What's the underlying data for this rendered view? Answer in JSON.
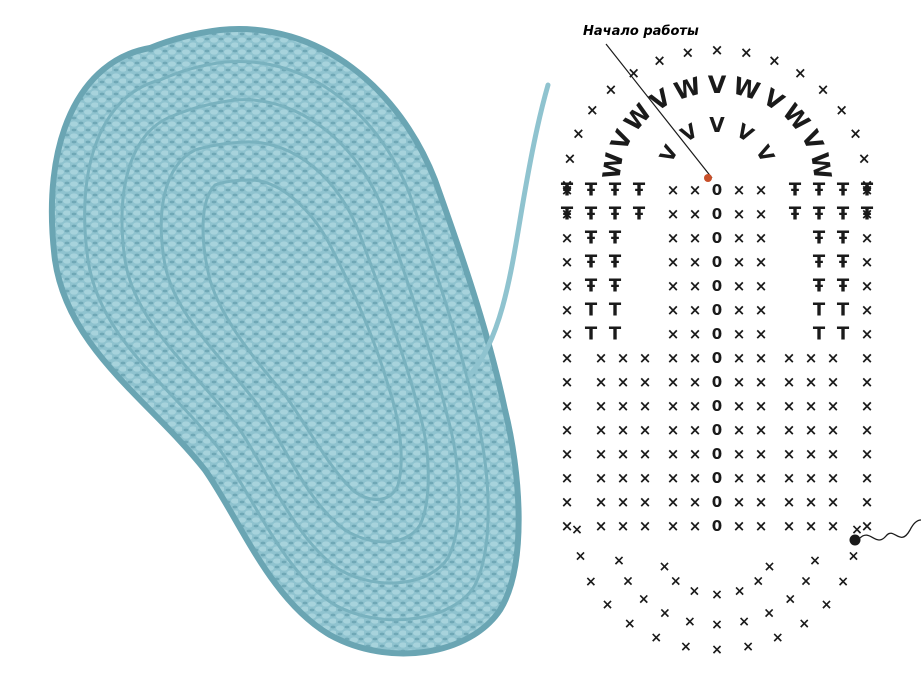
{
  "diagram": {
    "start_label": "Начало работы",
    "start_marker_color": "#c8502a",
    "yarn_color": "#8fc3cf",
    "ink_color": "#1a1a1a",
    "symbols": {
      "single_crochet": "×",
      "chain": "0",
      "half_double": "T",
      "double": "Ŧ",
      "increase": "V",
      "double_increase": "W"
    }
  }
}
